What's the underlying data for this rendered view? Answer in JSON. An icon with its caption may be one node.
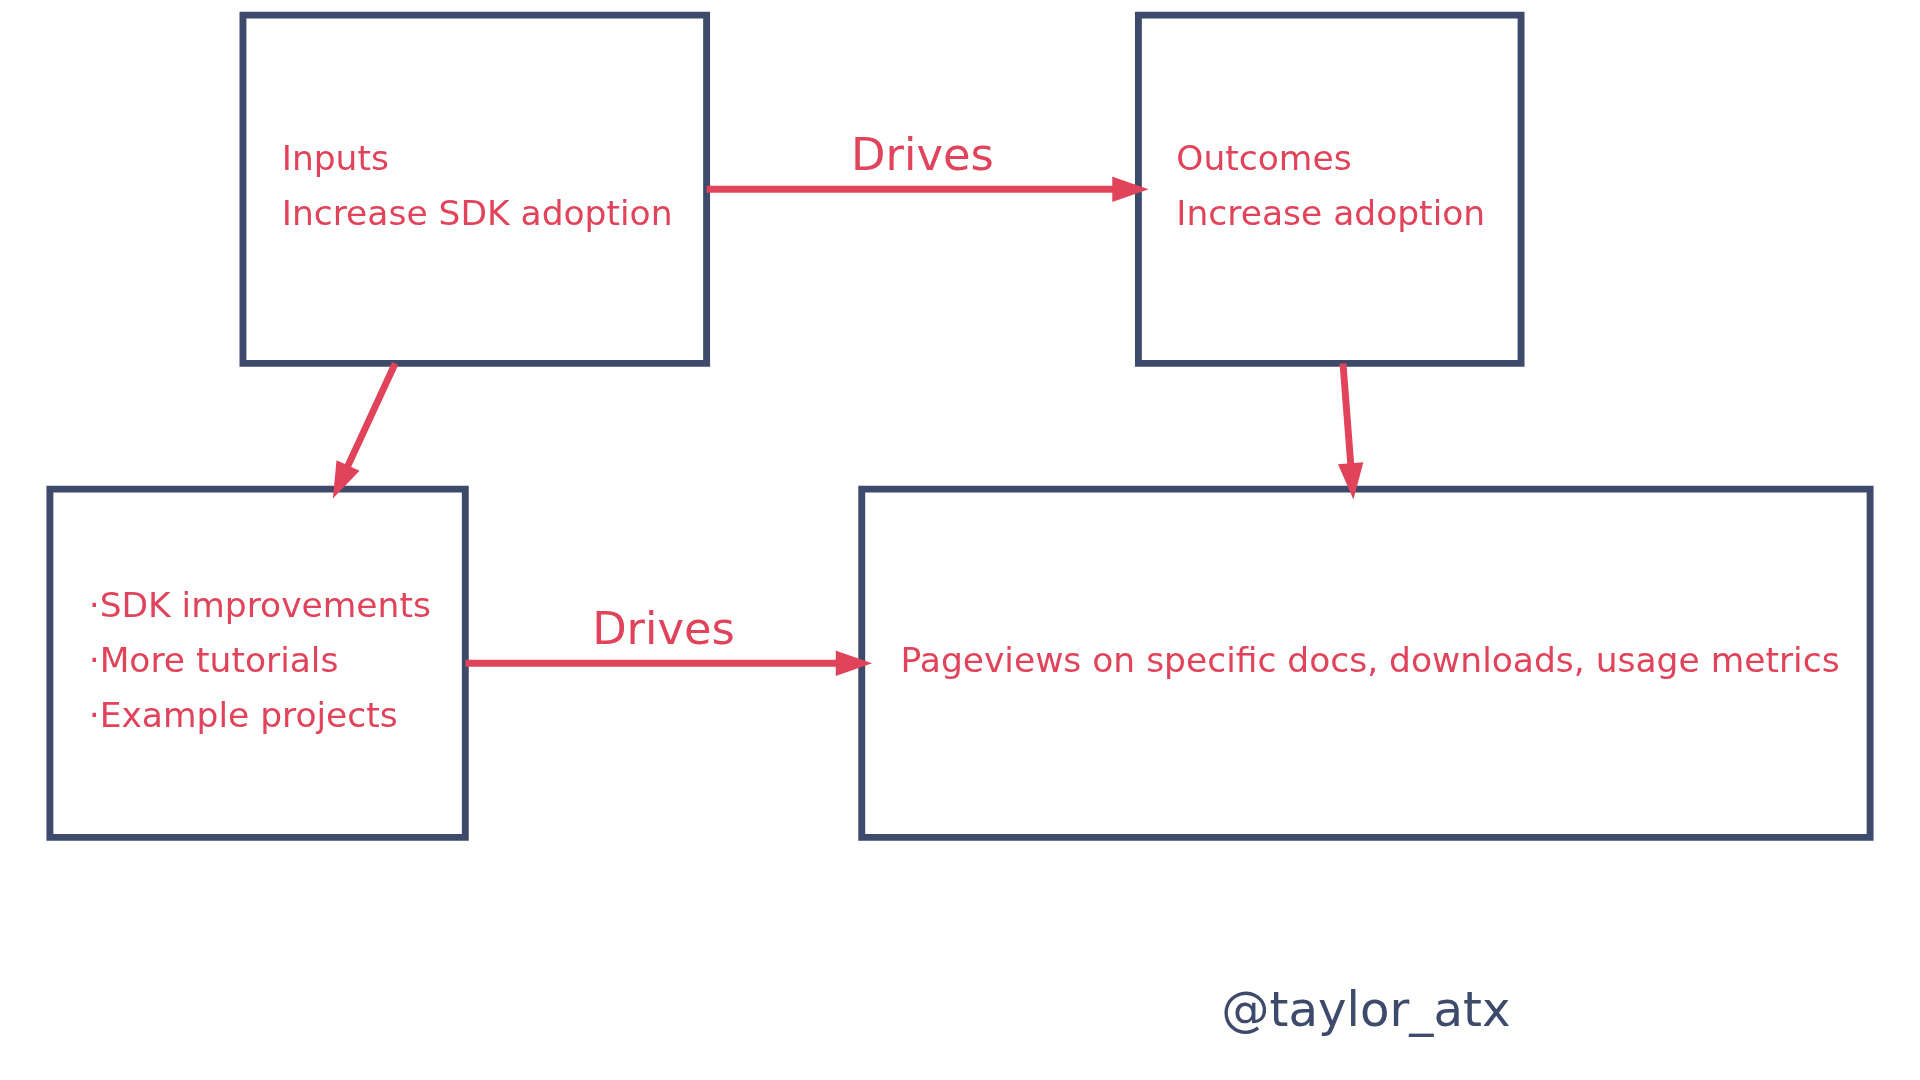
{
  "diagram": {
    "nodes": [
      {
        "text": [
          "Inputs",
          "Increase SDK adoption"
        ]
      },
      {
        "text": [
          "Outcomes",
          "Increase adoption"
        ]
      },
      {
        "text": [
          "·SDK improvements",
          "·More tutorials",
          "·Example projects"
        ]
      },
      {
        "text": [
          "Pageviews on specific docs, downloads, usage metrics"
        ]
      }
    ],
    "edges": [
      {
        "from": 0,
        "to": 1,
        "arrow": "to",
        "label": "Drives"
      },
      {
        "from": 0,
        "to": 2,
        "arrow": "to"
      },
      {
        "from": 1,
        "to": 3,
        "arrow": "to"
      },
      {
        "from": 2,
        "to": 3,
        "arrow": "to",
        "label": "Drives"
      }
    ],
    "labels": [
      "@taylor_atx"
    ]
  }
}
